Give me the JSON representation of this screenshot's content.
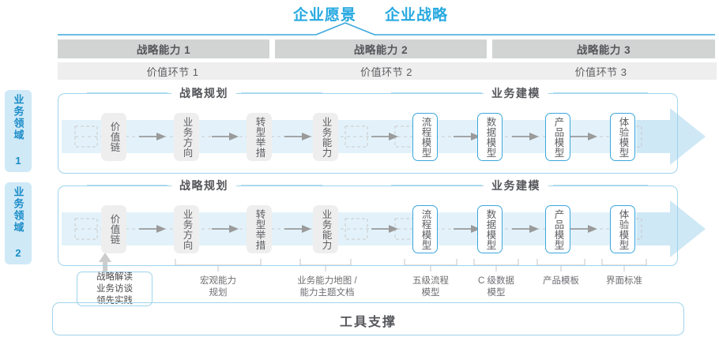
{
  "header": {
    "vision_title": "企业愿景",
    "strategy_title": "企业战略",
    "accent_color": "#26a9e0"
  },
  "capabilities": [
    {
      "label": "战略能力 1"
    },
    {
      "label": "战略能力 2"
    },
    {
      "label": "战略能力 3"
    }
  ],
  "stages": [
    {
      "label": "价值环节 1"
    },
    {
      "label": "价值环节 2"
    },
    {
      "label": "价值环节 3"
    }
  ],
  "domains": [
    {
      "label": "业务领域 1"
    },
    {
      "label": "业务领域 2"
    }
  ],
  "sections": {
    "planning_title": "战略规划",
    "modeling_title": "业务建模"
  },
  "nodes": {
    "planning": [
      {
        "label": "价值链",
        "style": "gray"
      },
      {
        "label": "业务方向",
        "style": "gray"
      },
      {
        "label": "转型举措",
        "style": "gray"
      },
      {
        "label": "业务能力",
        "style": "gray"
      }
    ],
    "modeling": [
      {
        "label": "流程模型",
        "style": "blue"
      },
      {
        "label": "数据模型",
        "style": "blue"
      },
      {
        "label": "产品模型",
        "style": "blue"
      },
      {
        "label": "体验模型",
        "style": "blue"
      }
    ]
  },
  "tools": {
    "title": "工具支撑",
    "callout": "战略解读\n业务访谈\n领先实践",
    "labels": [
      {
        "text": "宏观能力\n规划"
      },
      {
        "text": "业务能力地图 /\n能力主题文档"
      },
      {
        "text": "五级流程\n模型"
      },
      {
        "text": "C 级数据\n模型"
      },
      {
        "text": "产品模板"
      },
      {
        "text": "界面标准"
      }
    ]
  },
  "colors": {
    "blue_accent": "#26a9e0",
    "border_blue": "#9fd4ec",
    "node_blue_border": "#3ba7dd",
    "bar_gray": "#d2d4d4",
    "stage_gray": "#eeeeee",
    "band_blue": "#dbeef8",
    "domain_tab_bg": "#cfe9f7"
  }
}
